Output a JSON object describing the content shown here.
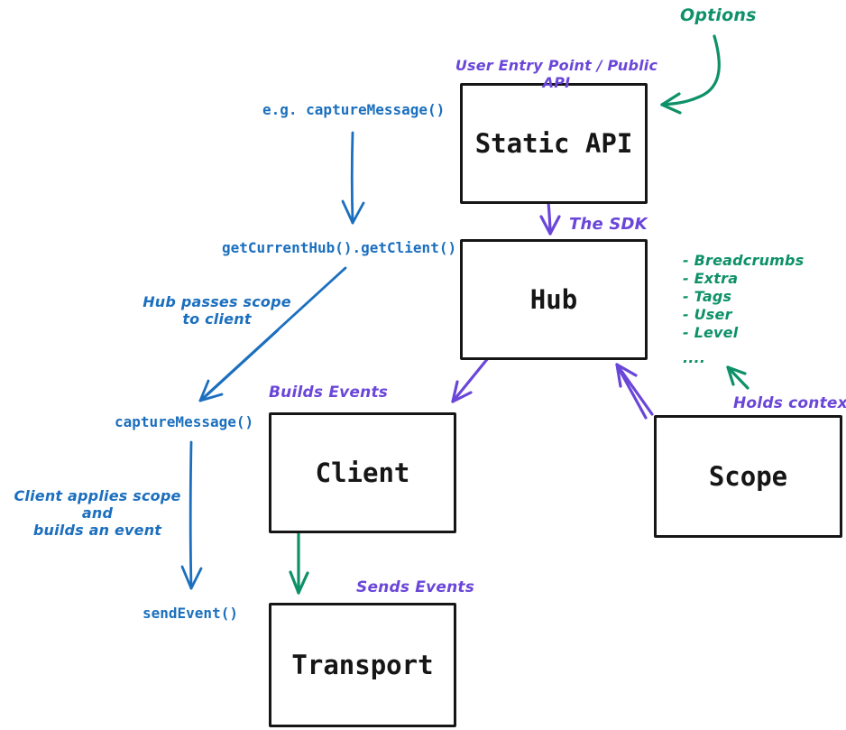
{
  "colors": {
    "blue": "#1b6fbe",
    "purple": "#6a46d9",
    "green": "#0e9168",
    "ink": "#161616",
    "background": "#ffffff"
  },
  "boxes": {
    "static_api": {
      "label": "Static API"
    },
    "hub": {
      "label": "Hub"
    },
    "client": {
      "label": "Client"
    },
    "scope": {
      "label": "Scope"
    },
    "transport": {
      "label": "Transport"
    }
  },
  "annotations": {
    "options": "Options",
    "user_entry": "User Entry Point / Public API",
    "the_sdk": "The SDK",
    "eg_capture": "e.g. captureMessage()",
    "get_current_hub": "getCurrentHub().getClient()",
    "hub_passes_line1": "Hub passes scope",
    "hub_passes_line2": "to client",
    "capture_message": "captureMessage()",
    "client_applies_line1": "Client applies scope and",
    "client_applies_line2": "builds an event",
    "send_event": "sendEvent()",
    "builds_events": "Builds Events",
    "sends_events": "Sends Events",
    "holds_context": "Holds context",
    "context_items": [
      "- Breadcrumbs",
      "- Extra",
      "- Tags",
      "- User",
      "- Level",
      "...."
    ]
  }
}
